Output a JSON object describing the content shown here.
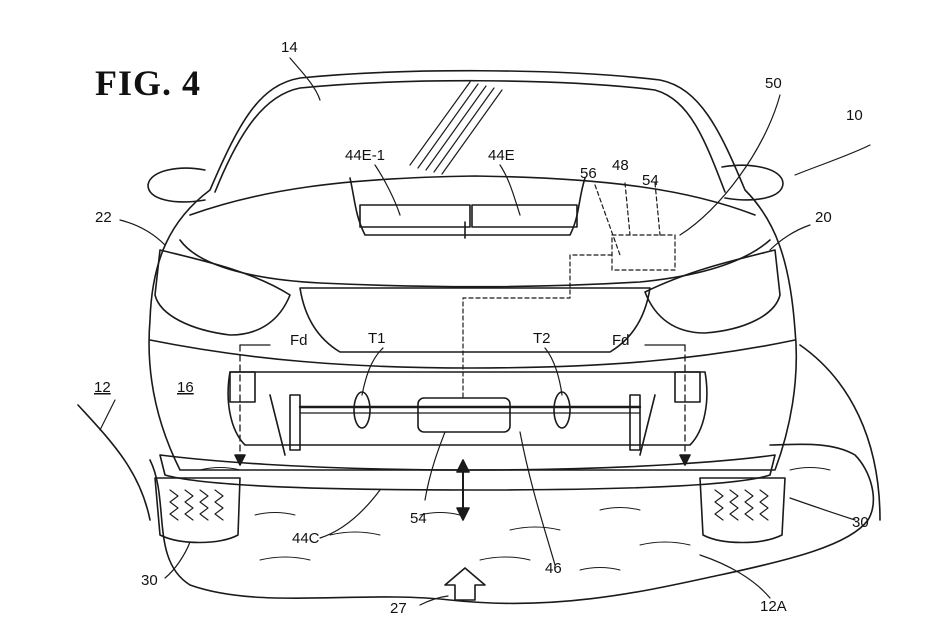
{
  "figure": {
    "title": "FIG. 4"
  },
  "labels": {
    "windshield": "14",
    "vehicle": "10",
    "system": "50",
    "hood_vent_a": "44E-1",
    "hood_vent": "44E",
    "sensor_56": "56",
    "controller_48": "48",
    "unit_54_top": "54",
    "left_side": "22",
    "right_side": "20",
    "force_left": "Fd",
    "force_right": "Fd",
    "torque_left": "T1",
    "torque_right": "T2",
    "ground": "12",
    "bumper": "16",
    "splitter": "44C",
    "actuator": "54",
    "linkage": "46",
    "wheel_left": "30",
    "wheel_right": "30",
    "airflow": "27",
    "road_surface": "12A"
  },
  "colors": {
    "ink": "#1a1a1a",
    "paper": "#ffffff"
  }
}
